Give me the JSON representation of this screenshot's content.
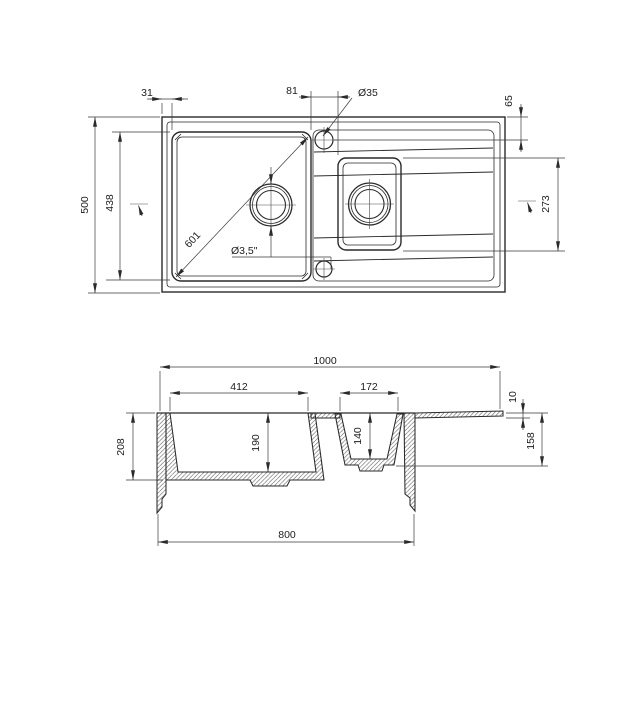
{
  "page": {
    "title": "Kitchen sink dimensioned technical drawing",
    "background": "#ffffff",
    "line_color": "#2a2a2a"
  },
  "drawing": {
    "type": "technical-drawing",
    "views": [
      {
        "id": "top-view",
        "name": "plan view of one-and-a-half bowl sink with drainer",
        "dimensions": {
          "rim_to_bowl_offset": "31",
          "gap_between_bowls": "81",
          "tap_hole_diameter": "Ø35",
          "tap_hole_offset_from_edge": "65",
          "overall_depth": "500",
          "main_bowl_length": "438",
          "small_bowl_length": "273",
          "main_bowl_diagonal": "601",
          "drain_diameter": "Ø3,5\""
        }
      },
      {
        "id": "section-view",
        "name": "cross section through bowls",
        "dimensions": {
          "overall_width": "1000",
          "main_bowl_width": "412",
          "small_bowl_width": "172",
          "deck_thickness": "10",
          "overall_height": "208",
          "main_bowl_depth": "190",
          "small_bowl_depth": "140",
          "small_bowl_overall_height": "158",
          "base_width": "800"
        }
      }
    ]
  },
  "dims": {
    "d31": "31",
    "d81": "81",
    "d35": "Ø35",
    "d65": "65",
    "d500": "500",
    "d438": "438",
    "d273": "273",
    "d601": "601",
    "d3_5": "Ø3,5\"",
    "d1000": "1000",
    "d412": "412",
    "d172": "172",
    "d10": "10",
    "d208": "208",
    "d190": "190",
    "d140": "140",
    "d158": "158",
    "d800": "800"
  }
}
